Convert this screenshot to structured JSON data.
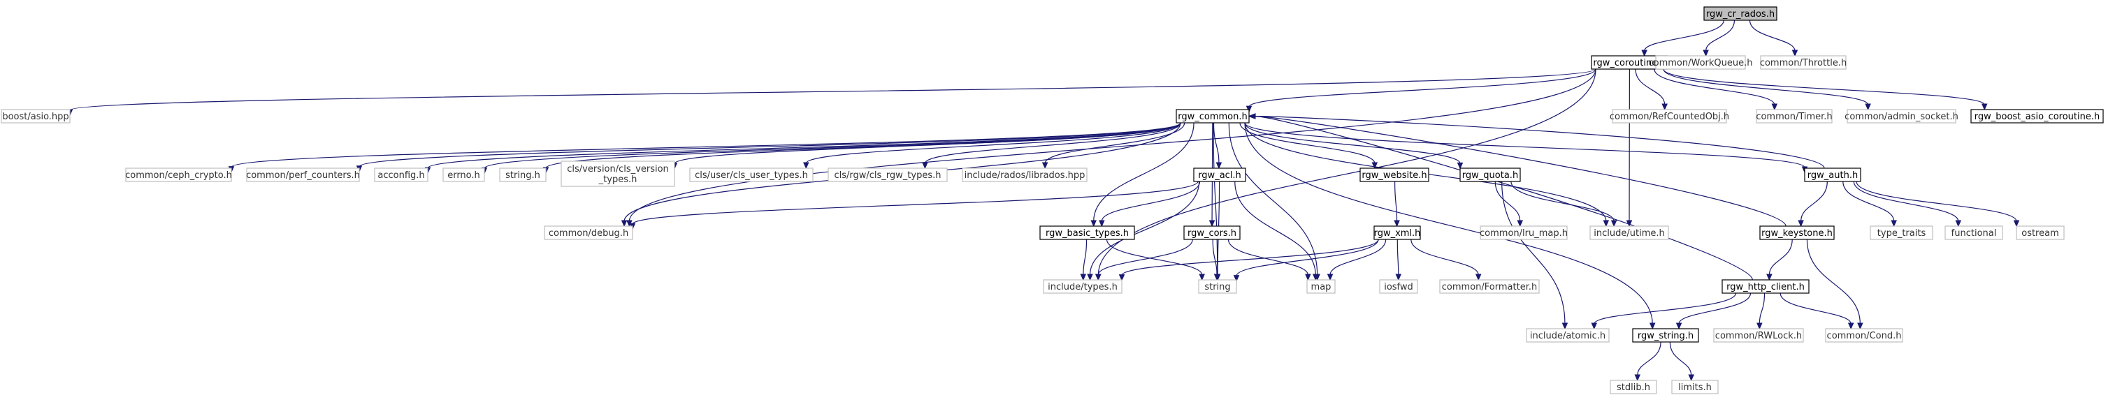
{
  "diagram": {
    "nodes": [
      {
        "id": "rgw_cr_rados",
        "label": "rgw_cr_rados.h",
        "style": "root"
      },
      {
        "id": "rgw_coroutine",
        "label": "rgw_coroutine.h",
        "style": "dark"
      },
      {
        "id": "work_queue",
        "label": "common/WorkQueue.h",
        "style": "light"
      },
      {
        "id": "throttle",
        "label": "common/Throttle.h",
        "style": "light"
      },
      {
        "id": "boost_asio",
        "label": "boost/asio.hpp",
        "style": "light"
      },
      {
        "id": "rgw_common",
        "label": "rgw_common.h",
        "style": "dark"
      },
      {
        "id": "ref_counted_obj",
        "label": "common/RefCountedObj.h",
        "style": "light"
      },
      {
        "id": "timer",
        "label": "common/Timer.h",
        "style": "light"
      },
      {
        "id": "admin_socket",
        "label": "common/admin_socket.h",
        "style": "light"
      },
      {
        "id": "rgw_boost_asio_coroutine",
        "label": "rgw_boost_asio_coroutine.h",
        "style": "dark"
      },
      {
        "id": "ceph_crypto",
        "label": "common/ceph_crypto.h",
        "style": "light"
      },
      {
        "id": "perf_counters",
        "label": "common/perf_counters.h",
        "style": "light"
      },
      {
        "id": "acconfig",
        "label": "acconfig.h",
        "style": "light"
      },
      {
        "id": "errno",
        "label": "errno.h",
        "style": "light"
      },
      {
        "id": "string_h",
        "label": "string.h",
        "style": "light"
      },
      {
        "id": "cls_version_types",
        "label": "cls/version/cls_version\n_types.h",
        "style": "light"
      },
      {
        "id": "cls_user_types",
        "label": "cls/user/cls_user_types.h",
        "style": "light"
      },
      {
        "id": "cls_rgw_types",
        "label": "cls/rgw/cls_rgw_types.h",
        "style": "light"
      },
      {
        "id": "librados",
        "label": "include/rados/librados.hpp",
        "style": "light"
      },
      {
        "id": "rgw_acl",
        "label": "rgw_acl.h",
        "style": "dark"
      },
      {
        "id": "rgw_website",
        "label": "rgw_website.h",
        "style": "dark"
      },
      {
        "id": "rgw_quota",
        "label": "rgw_quota.h",
        "style": "dark"
      },
      {
        "id": "rgw_auth",
        "label": "rgw_auth.h",
        "style": "dark"
      },
      {
        "id": "common_debug",
        "label": "common/debug.h",
        "style": "light"
      },
      {
        "id": "rgw_basic_types",
        "label": "rgw_basic_types.h",
        "style": "dark"
      },
      {
        "id": "rgw_cors",
        "label": "rgw_cors.h",
        "style": "dark"
      },
      {
        "id": "rgw_xml",
        "label": "rgw_xml.h",
        "style": "dark"
      },
      {
        "id": "lru_map",
        "label": "common/lru_map.h",
        "style": "light"
      },
      {
        "id": "utime",
        "label": "include/utime.h",
        "style": "light"
      },
      {
        "id": "type_traits",
        "label": "type_traits",
        "style": "light"
      },
      {
        "id": "functional",
        "label": "functional",
        "style": "light"
      },
      {
        "id": "ostream",
        "label": "ostream",
        "style": "light"
      },
      {
        "id": "rgw_keystone",
        "label": "rgw_keystone.h",
        "style": "dark"
      },
      {
        "id": "include_types",
        "label": "include/types.h",
        "style": "light"
      },
      {
        "id": "string",
        "label": "string",
        "style": "light"
      },
      {
        "id": "map",
        "label": "map",
        "style": "light"
      },
      {
        "id": "iosfwd",
        "label": "iosfwd",
        "style": "light"
      },
      {
        "id": "formatter",
        "label": "common/Formatter.h",
        "style": "light"
      },
      {
        "id": "rgw_http_client",
        "label": "rgw_http_client.h",
        "style": "dark"
      },
      {
        "id": "atomic",
        "label": "include/atomic.h",
        "style": "light"
      },
      {
        "id": "rgw_string",
        "label": "rgw_string.h",
        "style": "dark"
      },
      {
        "id": "rwlock",
        "label": "common/RWLock.h",
        "style": "light"
      },
      {
        "id": "cond",
        "label": "common/Cond.h",
        "style": "light"
      },
      {
        "id": "stdlib",
        "label": "stdlib.h",
        "style": "light"
      },
      {
        "id": "limits",
        "label": "limits.h",
        "style": "light"
      }
    ],
    "edges": [
      [
        "rgw_cr_rados",
        "rgw_coroutine"
      ],
      [
        "rgw_cr_rados",
        "work_queue"
      ],
      [
        "rgw_cr_rados",
        "throttle"
      ],
      [
        "rgw_coroutine",
        "boost_asio"
      ],
      [
        "rgw_coroutine",
        "rgw_common"
      ],
      [
        "rgw_coroutine",
        "ref_counted_obj"
      ],
      [
        "rgw_coroutine",
        "timer"
      ],
      [
        "rgw_coroutine",
        "admin_socket"
      ],
      [
        "rgw_coroutine",
        "rgw_boost_asio_coroutine"
      ],
      [
        "rgw_coroutine",
        "utime"
      ],
      [
        "rgw_coroutine",
        "common_debug"
      ],
      [
        "rgw_coroutine",
        "include_types"
      ],
      [
        "rgw_common",
        "ceph_crypto"
      ],
      [
        "rgw_common",
        "perf_counters"
      ],
      [
        "rgw_common",
        "acconfig"
      ],
      [
        "rgw_common",
        "errno"
      ],
      [
        "rgw_common",
        "string_h"
      ],
      [
        "rgw_common",
        "cls_version_types"
      ],
      [
        "rgw_common",
        "cls_user_types"
      ],
      [
        "rgw_common",
        "cls_rgw_types"
      ],
      [
        "rgw_common",
        "librados"
      ],
      [
        "rgw_common",
        "rgw_acl"
      ],
      [
        "rgw_common",
        "rgw_website"
      ],
      [
        "rgw_common",
        "rgw_quota"
      ],
      [
        "rgw_common",
        "rgw_auth"
      ],
      [
        "rgw_common",
        "common_debug"
      ],
      [
        "rgw_common",
        "rgw_basic_types"
      ],
      [
        "rgw_common",
        "rgw_cors"
      ],
      [
        "rgw_common",
        "utime"
      ],
      [
        "rgw_common",
        "string"
      ],
      [
        "rgw_common",
        "map"
      ],
      [
        "rgw_common",
        "rgw_string"
      ],
      [
        "rgw_acl",
        "common_debug"
      ],
      [
        "rgw_acl",
        "rgw_basic_types"
      ],
      [
        "rgw_acl",
        "include_types"
      ],
      [
        "rgw_acl",
        "string"
      ],
      [
        "rgw_acl",
        "map"
      ],
      [
        "rgw_basic_types",
        "include_types"
      ],
      [
        "rgw_basic_types",
        "string"
      ],
      [
        "rgw_cors",
        "include_types"
      ],
      [
        "rgw_cors",
        "string"
      ],
      [
        "rgw_cors",
        "map"
      ],
      [
        "rgw_website",
        "rgw_xml"
      ],
      [
        "rgw_xml",
        "include_types"
      ],
      [
        "rgw_xml",
        "string"
      ],
      [
        "rgw_xml",
        "map"
      ],
      [
        "rgw_xml",
        "iosfwd"
      ],
      [
        "rgw_xml",
        "formatter"
      ],
      [
        "rgw_quota",
        "lru_map"
      ],
      [
        "rgw_quota",
        "utime"
      ],
      [
        "rgw_quota",
        "atomic"
      ],
      [
        "rgw_auth",
        "rgw_keystone"
      ],
      [
        "rgw_auth",
        "type_traits"
      ],
      [
        "rgw_auth",
        "functional"
      ],
      [
        "rgw_auth",
        "ostream"
      ],
      [
        "rgw_auth",
        "rgw_common"
      ],
      [
        "rgw_keystone",
        "rgw_http_client"
      ],
      [
        "rgw_keystone",
        "cond"
      ],
      [
        "rgw_keystone",
        "rgw_common"
      ],
      [
        "rgw_http_client",
        "atomic"
      ],
      [
        "rgw_http_client",
        "rgw_string"
      ],
      [
        "rgw_http_client",
        "rwlock"
      ],
      [
        "rgw_http_client",
        "cond"
      ],
      [
        "rgw_http_client",
        "rgw_common"
      ],
      [
        "rgw_string",
        "stdlib"
      ],
      [
        "rgw_string",
        "limits"
      ]
    ]
  }
}
